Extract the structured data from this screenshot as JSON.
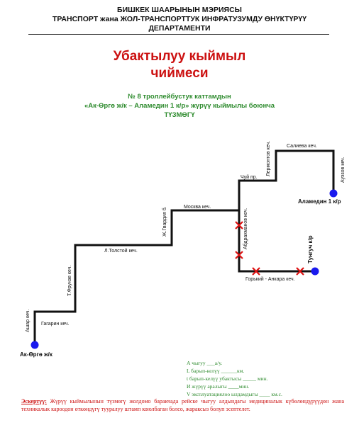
{
  "header": {
    "line1": "БИШКЕК ШААРЫНЫН МЭРИЯСЫ",
    "line2": "ТРАНСПОРТ жана ЖОЛ-ТРАНСПОРТТУК ИНФРАТУЗУМДУ ӨНҮКТҮРҮҮ",
    "line3": "ДЕПАРТАМЕНТИ"
  },
  "title": {
    "line1": "Убактылуу кыймыл",
    "line2": "чиймеси"
  },
  "subtitle": {
    "line1": "№ 8 троллейбустук каттамдын",
    "line2": "«Ак-Өргө ж/к – Аламедин 1 к/р» жүрүү кыймылы боюнча",
    "line3": "ТҮЗМӨГҮ"
  },
  "map": {
    "colors": {
      "route": "#111111",
      "stop": "#1a1aee",
      "closure": "#dd1111"
    },
    "stops": {
      "start": "Ак-Өргө ж/к",
      "end": "Аламедин 1 к/р",
      "branch": "Тунгуч к/р"
    },
    "streets": {
      "ashar": "Ашар кеч.",
      "gagarin": "Гагарин кеч.",
      "frunze": "Т.Фрунзе кеч.",
      "tolstoy": "Л.Толстой кеч.",
      "gvardia": "Ж.Гвардия б.",
      "moskva": "Москва кеч.",
      "abdrakhmanov": "Абдрахманов кеч.",
      "chuy": "Чуй пр.",
      "lermontov": "Лермонтов кеч.",
      "salieva": "Салиева кеч.",
      "auezov": "Ауэзов кеч.",
      "gorky": "Горький - Анкара кеч."
    }
  },
  "stats": {
    "line1": "А чыгуу ___а/у.",
    "line2": "L барып-келүү ______км.",
    "line3": "t барып-келүү убактысы _____ мин.",
    "line4": "И жүрүү аралыгы ____мин.",
    "line5": "V эксплуатациялоо ылдамдыгы ____ км.с."
  },
  "warning": {
    "label": "Эскертүү:",
    "text": " Жүрүү кыймылынын түзмөгү жолдомо баракчада рейске чыгуу алдындагы медициналык күбөлөндүрүүдөн жана техникалык кароодон өткөндүгү тууралуу штамп коюлбаган болсо, жараксыз болуп эсептелет."
  }
}
